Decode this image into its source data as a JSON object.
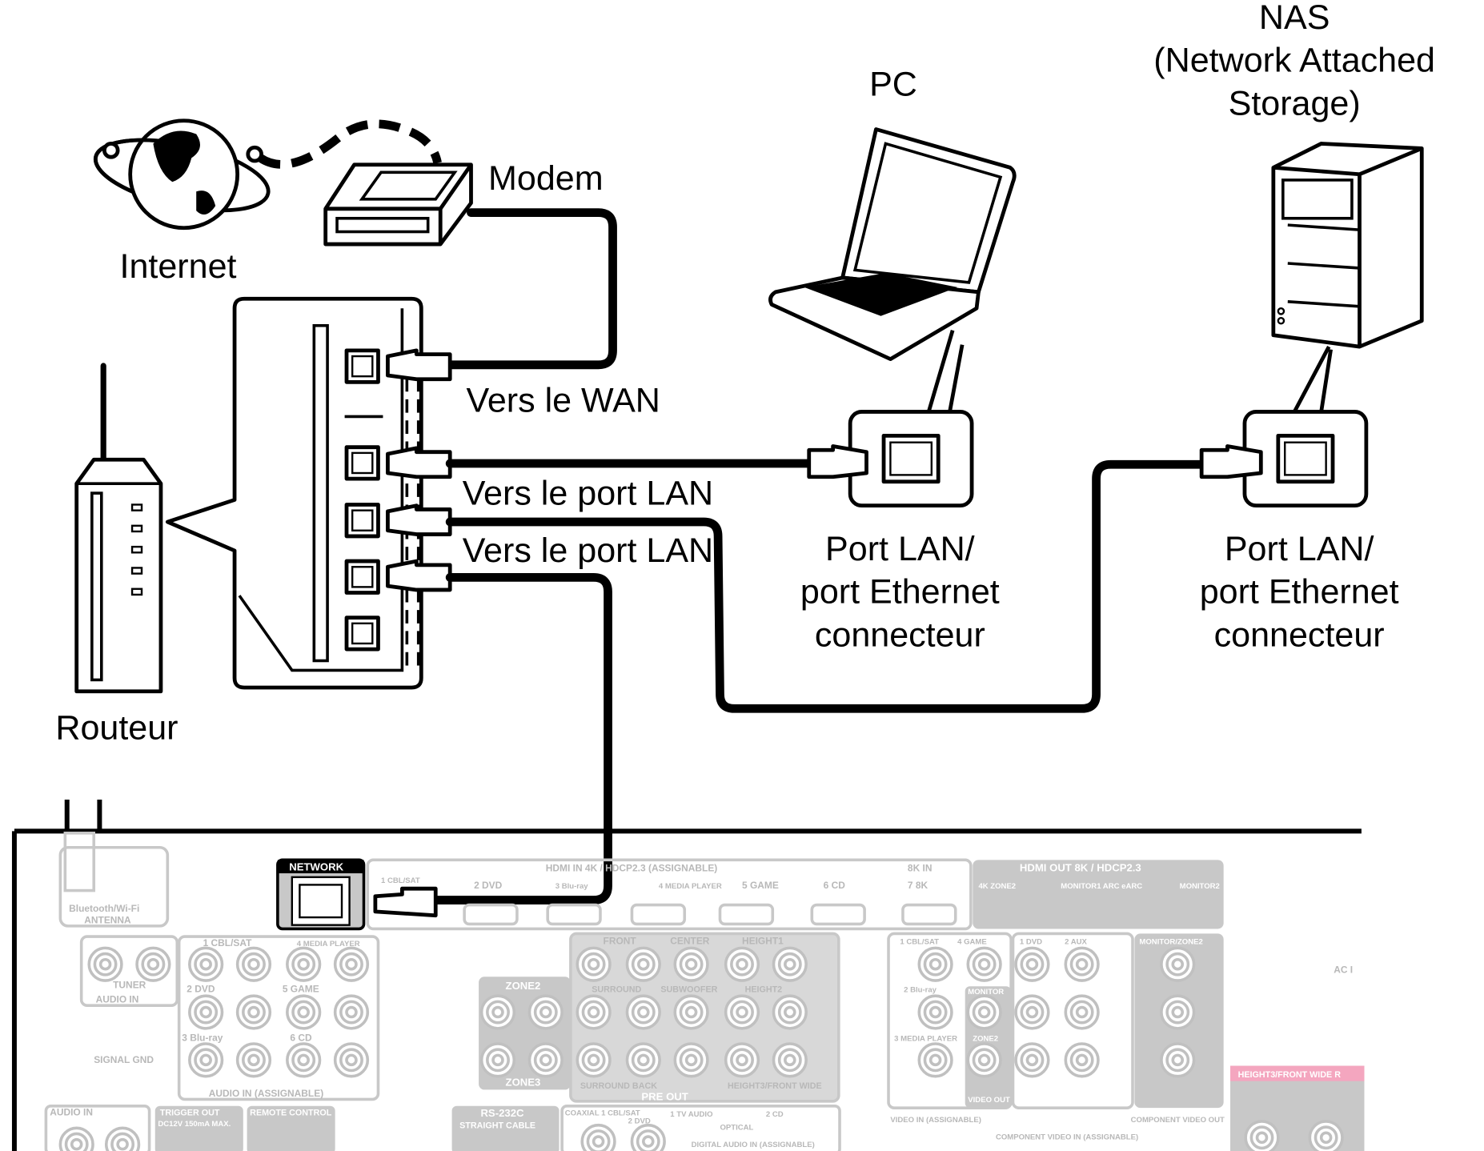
{
  "labels": {
    "internet": "Internet",
    "modem": "Modem",
    "router": "Routeur",
    "pc": "PC",
    "nas_line1": "NAS",
    "nas_line2": "(Network Attached",
    "nas_line3": "Storage)",
    "to_wan": "Vers le WAN",
    "to_lan_1": "Vers le port LAN",
    "to_lan_2": "Vers le port LAN",
    "pc_port": [
      "Port LAN/",
      "port Ethernet",
      "connecteur"
    ],
    "nas_port": [
      "Port LAN/",
      "port Ethernet",
      "connecteur"
    ]
  },
  "receiver": {
    "network": "NETWORK",
    "antenna": [
      "Bluetooth/Wi-Fi",
      "ANTENNA"
    ],
    "hdmi_in": "HDMI IN 4K / HDCP2.3 (ASSIGNABLE)",
    "hdmi_inputs": [
      "1 CBL/SAT",
      "2 DVD",
      "3 Blu-ray",
      "4 MEDIA PLAYER",
      "5 GAME",
      "6 CD"
    ],
    "hdmi_8k": "8K IN",
    "hdmi_7": "7 8K",
    "hdmi_out": "HDMI OUT 8K / HDCP2.3",
    "hdmi_outputs": [
      "4K ZONE2",
      "MONITOR1 ARC eARC",
      "MONITOR2"
    ],
    "tuner": "TUNER",
    "audio_in": "AUDIO IN",
    "audio_inputs": [
      "1 CBL/SAT",
      "4 MEDIA PLAYER",
      "2 DVD",
      "5 GAME",
      "3 Blu-ray",
      "6 CD"
    ],
    "audio_in_assignable": "AUDIO IN (ASSIGNABLE)",
    "signal_gnd": "SIGNAL GND",
    "zone2": "ZONE2",
    "zone3": "ZONE3",
    "pre_out": "PRE OUT",
    "pre_out_channels": [
      "FRONT",
      "CENTER",
      "HEIGHT1",
      "SURROUND",
      "SUBWOOFER",
      "HEIGHT2",
      "SURROUND BACK",
      "HEIGHT3/FRONT WIDE"
    ],
    "video_in": "VIDEO IN (ASSIGNABLE)",
    "video_inputs": [
      "1 CBL/SAT",
      "4 GAME",
      "2 Blu-ray",
      "3 MEDIA PLAYER"
    ],
    "video_out": "VIDEO OUT",
    "video_out_items": [
      "MONITOR",
      "ZONE2"
    ],
    "component_in": "COMPONENT VIDEO IN (ASSIGNABLE)",
    "component_inputs": [
      "1 DVD",
      "2 AUX"
    ],
    "component_out": "COMPONENT VIDEO OUT",
    "component_out_label": "MONITOR/ZONE2",
    "ac": "AC I",
    "speaker": "HEIGHT3/FRONT WIDE R",
    "audio_in_phono": "AUDIO IN",
    "trigger": "TRIGGER OUT",
    "trigger_spec": "DC12V 150mA MAX.",
    "remote": "REMOTE CONTROL",
    "rs232": "RS-232C",
    "rs232_sub": "STRAIGHT CABLE",
    "digital_inputs": [
      "COAXIAL 1 CBL/SAT",
      "2 DVD",
      "1 TV AUDIO",
      "OPTICAL",
      "2 CD"
    ],
    "digital_audio": "DIGITAL AUDIO IN (ASSIGNABLE)"
  },
  "colors": {
    "line": "#000000",
    "panel_gray": "#c8c8c8",
    "speaker_pink": "#f4a6bf"
  }
}
